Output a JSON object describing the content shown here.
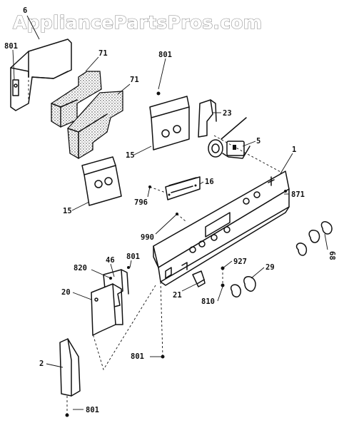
{
  "watermark": "AppliancePartsPros.com",
  "callouts": [
    {
      "id": "c-6",
      "text": "6"
    },
    {
      "id": "c-801-a",
      "text": "801"
    },
    {
      "id": "c-71-a",
      "text": "71"
    },
    {
      "id": "c-71-b",
      "text": "71"
    },
    {
      "id": "c-801-b",
      "text": "801"
    },
    {
      "id": "c-23",
      "text": "23"
    },
    {
      "id": "c-15-a",
      "text": "15"
    },
    {
      "id": "c-5",
      "text": "5"
    },
    {
      "id": "c-1",
      "text": "1"
    },
    {
      "id": "c-16",
      "text": "16"
    },
    {
      "id": "c-15-b",
      "text": "15"
    },
    {
      "id": "c-871",
      "text": "871"
    },
    {
      "id": "c-796",
      "text": "796"
    },
    {
      "id": "c-990",
      "text": "990"
    },
    {
      "id": "c-46",
      "text": "46"
    },
    {
      "id": "c-801-c",
      "text": "801"
    },
    {
      "id": "c-927",
      "text": "927"
    },
    {
      "id": "c-68",
      "text": "68"
    },
    {
      "id": "c-820",
      "text": "820"
    },
    {
      "id": "c-29",
      "text": "29"
    },
    {
      "id": "c-20",
      "text": "20"
    },
    {
      "id": "c-21",
      "text": "21"
    },
    {
      "id": "c-810",
      "text": "810"
    },
    {
      "id": "c-801-d",
      "text": "801"
    },
    {
      "id": "c-2",
      "text": "2"
    },
    {
      "id": "c-801-e",
      "text": "801"
    }
  ]
}
